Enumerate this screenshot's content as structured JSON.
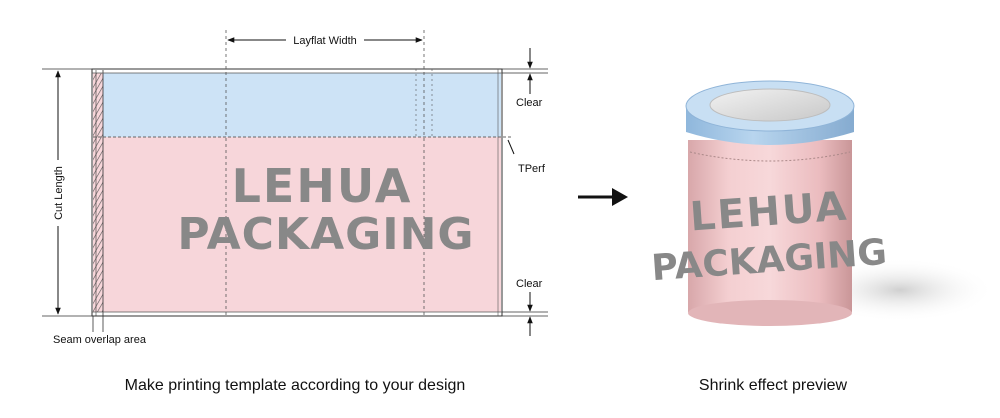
{
  "template": {
    "labels": {
      "layflat_width": "Layflat Width",
      "cut_length": "Cut Length",
      "clear_top": "Clear",
      "tperf": "TPerf",
      "clear_bottom": "Clear",
      "seam_overlap": "Seam overlap area"
    },
    "brand": {
      "line1": "LEHUA",
      "line2": "PACKAGING"
    },
    "caption": "Make printing template according to your design",
    "colors": {
      "cap_band": "#cde3f6",
      "body_band": "#f7d6da",
      "brand_text": "#888888"
    }
  },
  "arrow": {
    "icon": "right-arrow-icon"
  },
  "preview": {
    "brand": {
      "line1": "LEHUA",
      "line2": "PACKAGING"
    },
    "caption": "Shrink effect preview",
    "colors": {
      "lid": "#a9cbe8",
      "sleeve": "#f0c4c6"
    }
  }
}
